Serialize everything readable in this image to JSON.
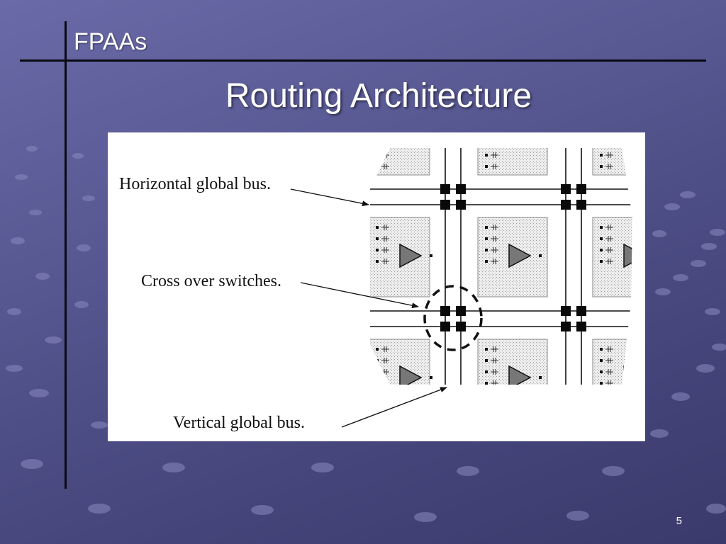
{
  "slide": {
    "section": "FPAAs",
    "title": "Routing Architecture",
    "page_number": "5"
  },
  "figure": {
    "labels": {
      "horizontal_bus": "Horizontal global bus.",
      "cross_switches": "Cross over switches.",
      "vertical_bus": "Vertical global bus."
    }
  },
  "colors": {
    "background": "#55558f",
    "line": "#0a0a14",
    "text": "#ffffff"
  }
}
